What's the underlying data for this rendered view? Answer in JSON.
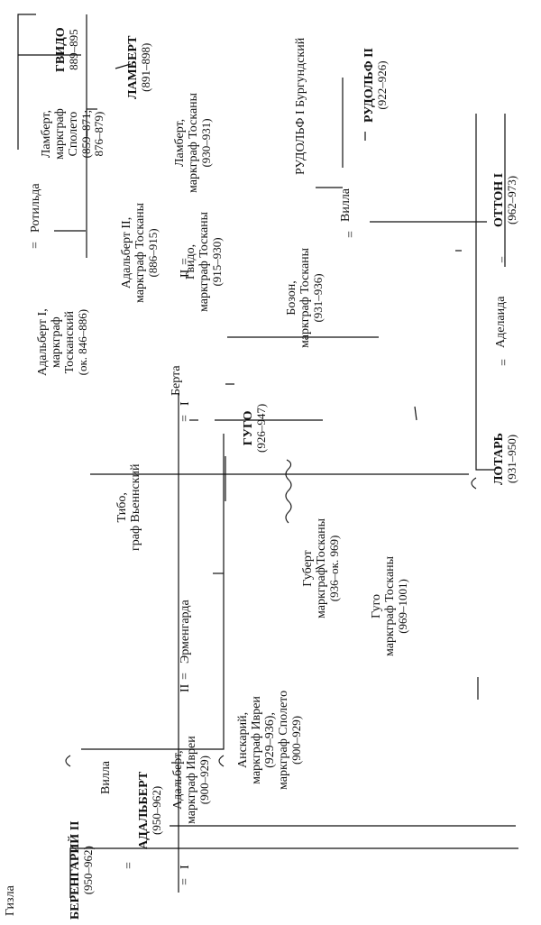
{
  "nodes": {
    "gizla": {
      "text": "Гизла",
      "dates": ""
    },
    "berengar": {
      "text": "БЕРЕНГАРИЙ II",
      "dates": "(950–962)"
    },
    "adalbert_king": {
      "text": "АДАЛЬБЕРТ",
      "dates": "(950–962)"
    },
    "villa_low": {
      "text": "Вилла",
      "dates": ""
    },
    "adalbert_ivrea": {
      "text": "Адальберт,\nмаркграф Ивреи",
      "dates": "(900–929)"
    },
    "anskar": {
      "text": "Анскарий,\nмаркграф Ивреи\n(929–936),\nмаркграф Сполето",
      "dates": "(900–929)"
    },
    "ermengarda": {
      "text": "Эрменгарда",
      "dates": ""
    },
    "tibo": {
      "text": "Тибо,\nграф Вьеннский",
      "dates": ""
    },
    "hubert": {
      "text": "Губерт\nмаркграф Тосканы",
      "dates": "(936–ок. 969)"
    },
    "hugo_m": {
      "text": "Гуго\nмаркграф Тосканы",
      "dates": "(969–1001)"
    },
    "hugo_king": {
      "text": "ГУГО",
      "dates": "(926–947)"
    },
    "lothar": {
      "text": "ЛОТАРЬ",
      "dates": "(931–950)"
    },
    "berta": {
      "text": "Берта",
      "dates": ""
    },
    "adalbert1": {
      "text": "Адальберт I,\nмаркграф\nТосканский",
      "dates": "(ок. 846–886)"
    },
    "adalbert2": {
      "text": "Адальберт II,\nмаркграф Тосканы",
      "dates": "(886–915)"
    },
    "guido_t": {
      "text": "Гвидо,\nмаркграф Тосканы",
      "dates": "(915–930)"
    },
    "boson": {
      "text": "Бозон,\nмаркграф Тосканы",
      "dates": "(931–936)"
    },
    "adelaide": {
      "text": "Аделаида",
      "dates": ""
    },
    "otto": {
      "text": "ОТТОН I",
      "dates": "(962–973)"
    },
    "lambert_t": {
      "text": "Ламберт,\nмаркграф Тосканы",
      "dates": "(930–931)"
    },
    "villa_high": {
      "text": "Вилла",
      "dates": ""
    },
    "rudolf1": {
      "text": "РУДОЛЬФ I Бургундский",
      "dates": ""
    },
    "rudolf2": {
      "text": "РУДОЛЬФ II",
      "dates": "(922–926)"
    },
    "rotilda": {
      "text": "Ротильда",
      "dates": ""
    },
    "lambert_sp": {
      "text": "Ламберт,\nмаркграф\nСполето",
      "dates": "(859–871;\n876–879)"
    },
    "guido_k": {
      "text": "ГВИДО",
      "dates": "889–895"
    },
    "lambert_k": {
      "text": "ЛАМБЕРТ",
      "dates": "(891–898)"
    }
  },
  "symbols": {
    "eq": "=",
    "roman_one": "I",
    "roman_two": "II"
  }
}
